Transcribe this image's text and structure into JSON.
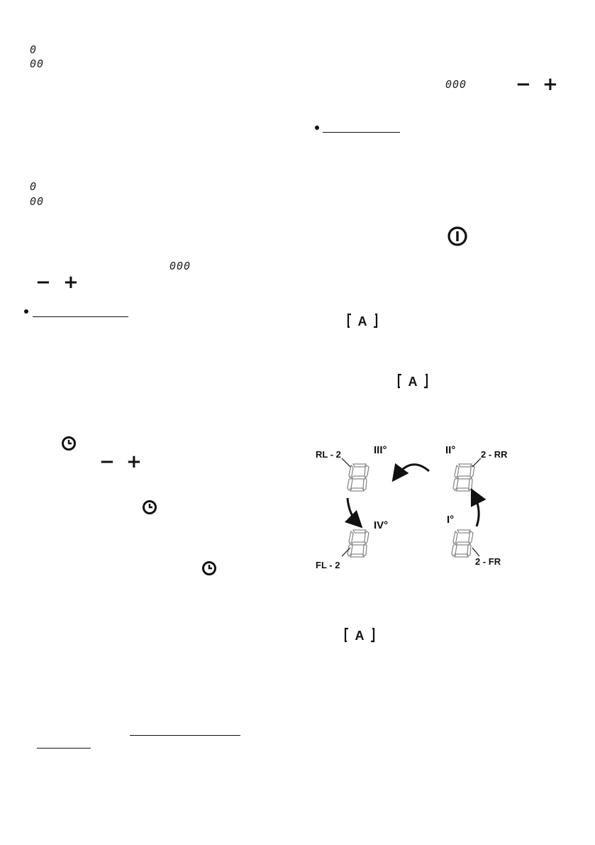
{
  "left_column": {
    "display_single_1": "0",
    "display_double_1": "00",
    "display_single_2": "0",
    "display_double_2": "00",
    "display_triple": "000",
    "minus_sign": "−",
    "plus_sign": "+"
  },
  "right_column": {
    "display_triple": "000",
    "minus_sign": "−",
    "plus_sign": "+"
  },
  "timer_section": {
    "minus_sign": "−",
    "plus_sign": "+"
  },
  "zone_diagram": {
    "zones": [
      {
        "position": "rear-left",
        "code": "RL - 2",
        "level": "III°"
      },
      {
        "position": "rear-right",
        "code": "2 - RR",
        "level": "II°"
      },
      {
        "position": "front-left",
        "code": "FL - 2",
        "level": "IV°"
      },
      {
        "position": "front-right",
        "code": "2 - FR",
        "level": "I°"
      }
    ],
    "digit": "8",
    "sequence": "I° → II° → III° → IV°"
  },
  "icons": [
    "power-icon",
    "auto-a-icon",
    "clock-icon",
    "seven-segment-digit-icon"
  ]
}
